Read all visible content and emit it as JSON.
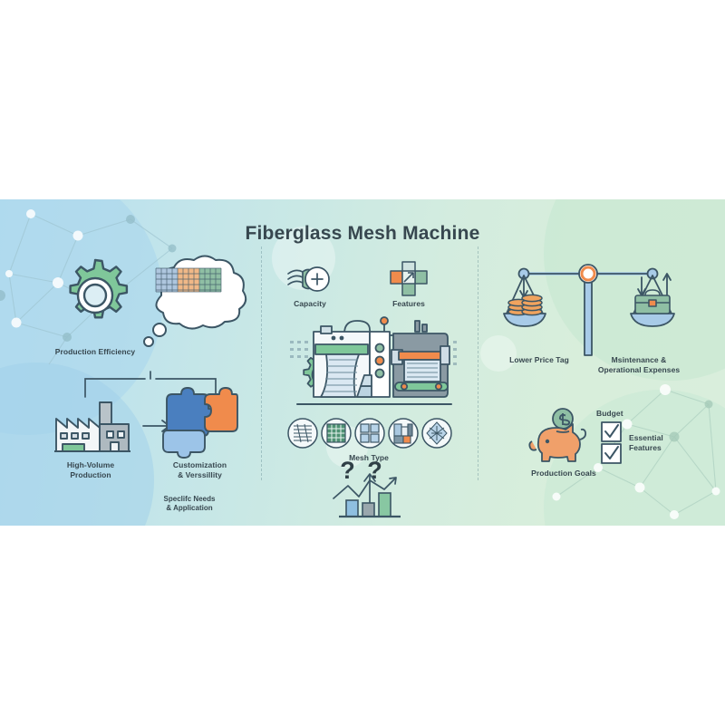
{
  "title": "Fiberglass Mesh Machine",
  "left_panel": {
    "gear": {
      "label": "Production Efficiency",
      "icon": "gear-icon",
      "color": "#7fc79a"
    },
    "thought_bubble": {
      "label_line1": "Speclifc Needs",
      "label_line2": "& Application",
      "icon": "thought-bubble-icon",
      "swatches": [
        "#5b82b4",
        "#e88f50",
        "#5e9e7a"
      ]
    },
    "factory": {
      "label_line1": "High-Volume",
      "label_line2": "Production",
      "icon": "factory-icon"
    },
    "puzzle": {
      "label_line1": "Customization",
      "label_line2": "& Verssillity",
      "icon": "puzzle-pieces-icon",
      "colors": [
        "#4a7fbf",
        "#f08b4c",
        "#9cc4e8"
      ]
    },
    "arrow": {
      "icon": "arrow-right-icon"
    },
    "bracket": {
      "icon": "bracket-connector-icon"
    }
  },
  "center_panel": {
    "capacity": {
      "label": "Capacity",
      "icon": "roll-plus-icon"
    },
    "question_marks": {
      "text": "? ?",
      "icon": "question-mark-icon"
    },
    "features": {
      "label": "Features",
      "icon": "features-puzzle-icon"
    },
    "machine": {
      "icon": "mesh-machine-icon"
    },
    "mesh_type": {
      "label": "Mesh Type",
      "icons": [
        "mesh-woven-icon",
        "mesh-grid-icon",
        "mesh-panel-icon",
        "mesh-layered-icon",
        "mesh-diamond-icon"
      ]
    },
    "growth_chart": {
      "icon": "growth-bar-chart-icon",
      "bar_colors": [
        "#8fbfe0",
        "#9aa7ad",
        "#88c7a2"
      ]
    }
  },
  "right_panel": {
    "scale": {
      "icon": "balance-scale-icon",
      "left": {
        "label": "Lower Price Tag",
        "icon": "coins-icon"
      },
      "right": {
        "label_line1": "Msintenance &",
        "label_line2": "Operational Expenses",
        "icon": "toolbox-icon"
      }
    },
    "piggy": {
      "label": "Production Goals",
      "icon": "piggy-bank-icon",
      "coin_icon": "dollar-coin-icon"
    },
    "checklist": {
      "title": "Budget",
      "items": [
        {
          "label_line1": "",
          "label_line2": "",
          "icon": "checkbox-checked-icon"
        },
        {
          "label_line1": "Essential",
          "label_line2": "Features",
          "icon": "checkbox-checked-icon"
        }
      ]
    }
  },
  "colors": {
    "ink": "#37474f",
    "outline": "#3c5665",
    "green": "#7fc79a",
    "orange": "#f08b4c",
    "blue": "#9cc4e8",
    "steel": "#8a9aa3"
  }
}
